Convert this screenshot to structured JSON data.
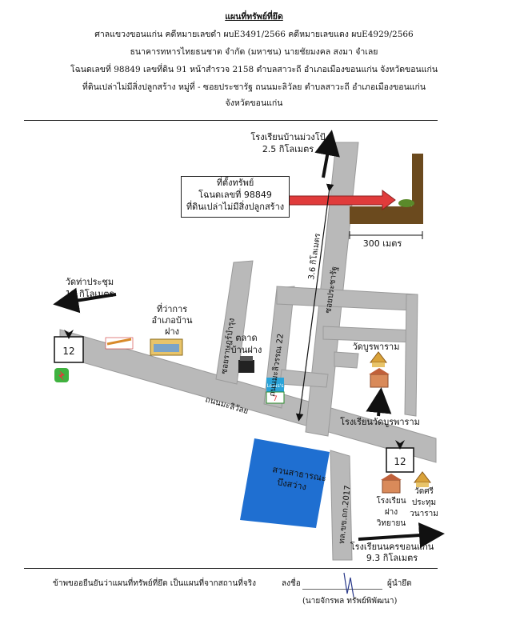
{
  "header": {
    "title": "แผนที่ทรัพย์ที่ยึด",
    "line1": "ศาลแขวงขอนแก่น คดีหมายเลขดำ ผบE3491/2566 คดีหมายเลขแดง ผบE4929/2566",
    "line2": "ธนาคารทหารไทยธนชาต จำกัด (มหาชน)    นายชัยมงคล    สงมา   จำเลย",
    "line3": "โฉนดเลขที่ 98849 เลขที่ดิน 91 หน้าสำรวจ  2158 ตำบลสาวะถี อำเภอเมืองขอนแก่น  จังหวัดขอนแก่น",
    "line4": "ที่ดินเปล่าไม่มีสิ่งปลูกสร้าง  หมู่ที่ -   ซอยประชารัฐ  ถนนมะลิวัลย ตำบลสาวะถี อำเภอเมืองขอนแก่น",
    "line5": "จังหวัดขอนแก่น"
  },
  "map": {
    "property_box": {
      "line1": "ที่ตั้งทรัพย์",
      "line2": "โฉนดเลขที่ 98849",
      "line3": "ที่ดินเปล่าไม่มีสิ่งปลูกสร้าง"
    },
    "school_top": {
      "name": "โรงเรียนบ้านม่วงโป้",
      "distance": "2.5 กิโลเมตร"
    },
    "wat_tha": {
      "name": "วัดท่าประชุม",
      "distance": "11 กิโลเมตร"
    },
    "school_nakhon": {
      "name": "โรงเรียนนครขอนแก่น",
      "distance": "9.3 กิโลเมตร"
    },
    "dist_300": "300 เมตร",
    "dist_36": "3.6 กิโลเมตร",
    "soi_pracharat": "ซอยประชารัฐ",
    "soi_rat": "ซอยราษฎร์บำรุง",
    "soi_thanon": "ถนนมะลิวรรณ 22",
    "road_mali": "ถนนมะลิวัลย",
    "road_thl": "ทล.ขข.ถก.2017",
    "district_office": {
      "line1": "ที่ว่าการ",
      "line2": "อำเภอบ้าน",
      "line3": "ฝาง"
    },
    "market": {
      "line1": "ตลาด",
      "line2": "บ้านฝาง"
    },
    "wat_burapharam": "วัดบูรพาราม",
    "school_wat": "โรงเรียนวัดบูรพาราม",
    "park": {
      "line1": "สวนสาธารณะ",
      "line2": "บึงสว่าง"
    },
    "school_fang": {
      "line1": "โรงเรียน",
      "line2": "ฝาง",
      "line3": "วิทยายน"
    },
    "wat_sri": {
      "line1": "วัดศรี",
      "line2": "ประทุม",
      "line3": "วนาราม"
    },
    "route_left": "12",
    "route_right": "12",
    "lotus_label": "Lotus's",
    "seven_label": "7"
  },
  "footer": {
    "statement": "ข้าพขออยืนยันว่าแผนที่ทรัพย์ที่ยึด เป็นแผนที่จากสถานที่จริง",
    "sign_label": "ลงชื่อ",
    "role": "ผู้นำยึด",
    "signer": "(นายจักรพล   ทรัพย์พิพัฒนา)"
  },
  "colors": {
    "road": "#b9b9b9",
    "road_edge": "#9a9a9a",
    "park": "#1f6fd1",
    "arrow_red": "#e03b3b",
    "land_brown": "#6b4a1e"
  }
}
